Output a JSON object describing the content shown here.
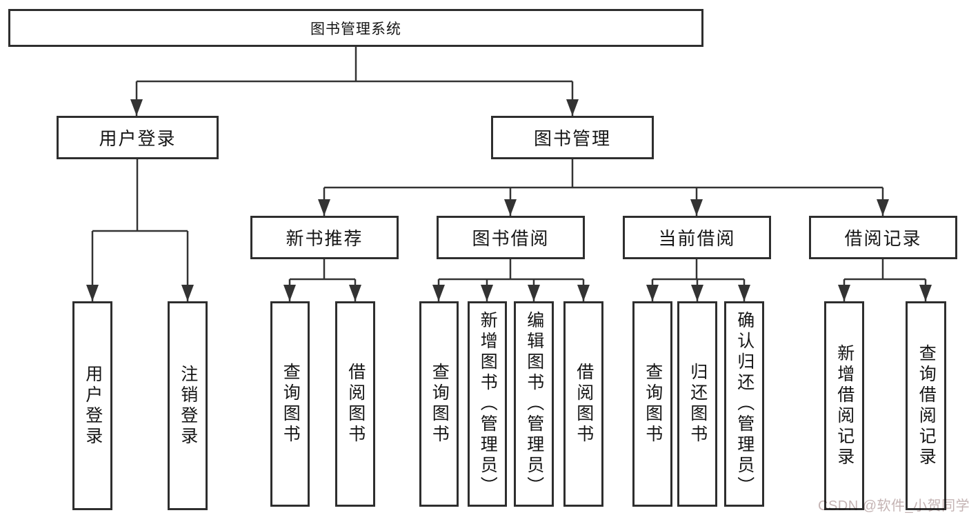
{
  "diagram": {
    "root": {
      "label": "图书管理系统"
    },
    "level2": [
      {
        "label": "用户登录"
      },
      {
        "label": "图书管理"
      }
    ],
    "level3": [
      {
        "label": "新书推荐"
      },
      {
        "label": "图书借阅"
      },
      {
        "label": "当前借阅"
      },
      {
        "label": "借阅记录"
      }
    ],
    "leaves": [
      {
        "label": "用户登录"
      },
      {
        "label": "注销登录"
      },
      {
        "label": "查询图书"
      },
      {
        "label": "借阅图书"
      },
      {
        "label": "查询图书"
      },
      {
        "label": "新增图书（管理员）"
      },
      {
        "label": "编辑图书（管理员）"
      },
      {
        "label": "借阅图书"
      },
      {
        "label": "查询图书"
      },
      {
        "label": "归还图书"
      },
      {
        "label": "确认归还（管理员）"
      },
      {
        "label": "新增借阅记录"
      },
      {
        "label": "查询借阅记录"
      }
    ]
  },
  "watermark": {
    "text": "CSDN @软件_小贺同学"
  },
  "colors": {
    "line": "#333333",
    "border": "#2e2e2e",
    "text": "#151515",
    "watermark": "#c4b3b3",
    "background": "#ffffff"
  }
}
